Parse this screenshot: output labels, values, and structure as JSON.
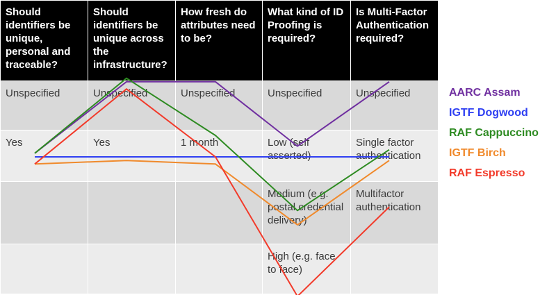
{
  "chart_data": {
    "type": "line",
    "categories": [
      "Should identifiers be unique, personal and traceable?",
      "Should identifiers be unique across the infrastructure?",
      "How fresh do attributes need to be?",
      "What kind of ID Proofing is required?",
      "Is Multi-Factor Authentication required?"
    ],
    "rows": [
      [
        "Unspecified",
        "Unspecified",
        "Unspecified",
        "Unspecified",
        "Unspecified"
      ],
      [
        "Yes",
        "Yes",
        "1 month",
        "Low (self asserted)",
        "Single factor authentication"
      ],
      [
        "",
        "",
        "",
        "Medium (e.g. postal credential delivery)",
        "Multifactor authentication"
      ],
      [
        "",
        "",
        "",
        "High (e.g. face to face)",
        ""
      ]
    ],
    "y_scale": "row level: 0 = Unspecified, 1 = second row, 2 = third row, 3 = High",
    "series": [
      {
        "name": "AARC Assam",
        "color": "#7030a0",
        "values": [
          0.95,
          -0.05,
          -0.05,
          0.85,
          -0.05
        ]
      },
      {
        "name": "IGTF Dogwood",
        "color": "#2e3ff2",
        "values": [
          1.0,
          1.0,
          1.0,
          1.0,
          1.0
        ]
      },
      {
        "name": "RAF Cappuccino",
        "color": "#2e8b22",
        "values": [
          0.95,
          -0.1,
          0.7,
          1.75,
          0.9
        ]
      },
      {
        "name": "IGTF Birch",
        "color": "#f08a2c",
        "values": [
          1.1,
          1.05,
          1.1,
          1.95,
          1.05
        ]
      },
      {
        "name": "RAF Espresso",
        "color": "#f23a2a",
        "values": [
          1.1,
          0.05,
          1.0,
          2.95,
          1.7
        ]
      }
    ],
    "legend_position": "right"
  }
}
